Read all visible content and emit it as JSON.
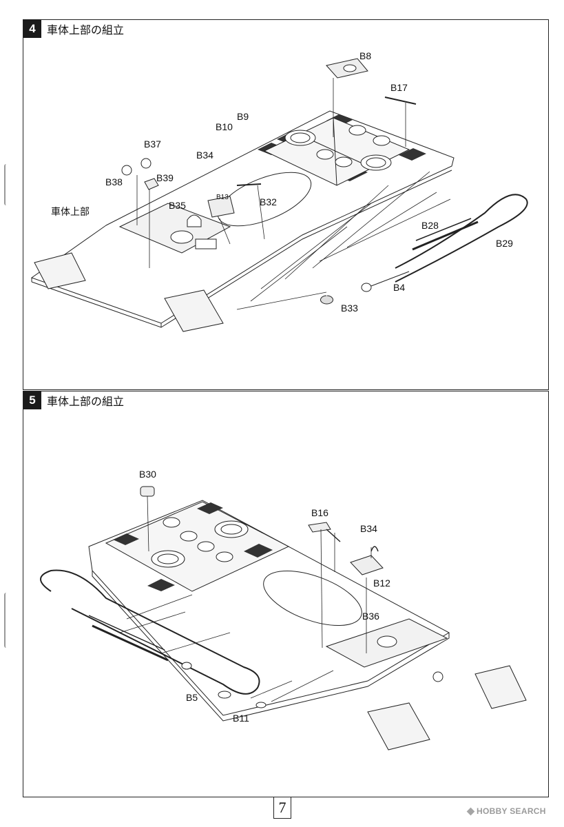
{
  "steps": [
    {
      "number": "4",
      "title": "車体上部の組立",
      "labels": {
        "B8": "B8",
        "B17": "B17",
        "B9": "B9",
        "B10": "B10",
        "B37": "B37",
        "B34": "B34",
        "B38": "B38",
        "B39": "B39",
        "B13": "B13",
        "B32": "B32",
        "hull_upper": "車体上部",
        "B35": "B35",
        "B28": "B28",
        "B29": "B29",
        "B4": "B4",
        "B33": "B33"
      }
    },
    {
      "number": "5",
      "title": "車体上部の組立",
      "labels": {
        "B30": "B30",
        "B16": "B16",
        "B34": "B34",
        "B12": "B12",
        "B36": "B36",
        "B5": "B5",
        "B11": "B11"
      }
    }
  ],
  "page_number": "7",
  "watermark": "HOBBY SEARCH"
}
